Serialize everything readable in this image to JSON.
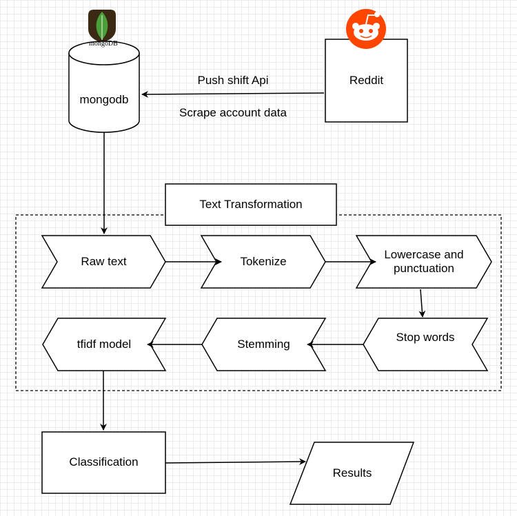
{
  "nodes": {
    "mongodb_logo_text": "mongoDB",
    "mongodb": "mongodb",
    "reddit": "Reddit",
    "edge_label_top": "Push shift Api",
    "edge_label_bottom": "Scrape account data",
    "text_transformation": "Text Transformation",
    "raw_text": "Raw text",
    "tokenize": "Tokenize",
    "lowercase": "Lowercase and punctuation",
    "stop_words": "Stop words",
    "stemming": "Stemming",
    "tfidf": "tfidf model",
    "classification": "Classification",
    "results": "Results"
  },
  "colors": {
    "stroke": "#000000",
    "mongodb_green": "#4a9f3a",
    "mongodb_shield": "#3a2a14",
    "reddit_orange": "#ff4500",
    "grid": "#ececec"
  },
  "icons": [
    "mongodb-logo-icon",
    "reddit-logo-icon"
  ]
}
